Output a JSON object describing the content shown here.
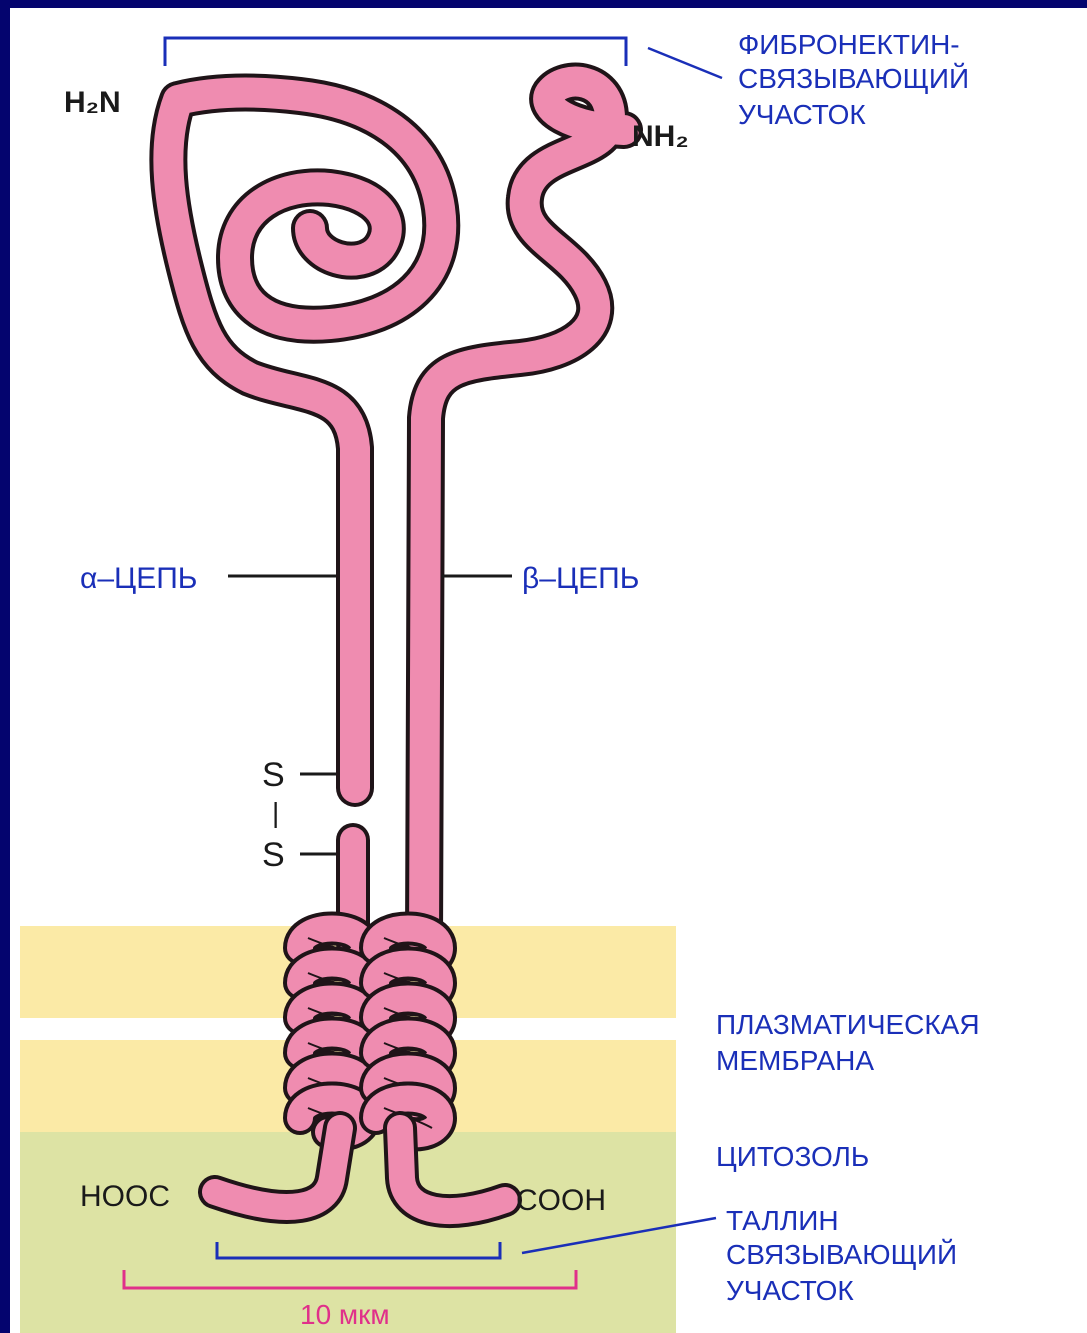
{
  "labels": {
    "h2n_left": "H₂N",
    "nh2_right": "NH₂",
    "fibronectin_line1": "ФИБРОНЕКТИН-",
    "fibronectin_line2": "СВЯЗЫВАЮЩИЙ",
    "fibronectin_line3": "УЧАСТОК",
    "alpha_chain": "α–ЦЕПЬ",
    "beta_chain": "β–ЦЕПЬ",
    "s_upper": "S",
    "s_dash": "|",
    "s_lower": "S",
    "membrane_line1": "ПЛАЗМАТИЧЕСКАЯ",
    "membrane_line2": "МЕМБРАНА",
    "cytosol": "ЦИТОЗОЛЬ",
    "hooc_left": "HOOC",
    "cooh_right": "COOH",
    "talin_line1": "ТАЛЛИН",
    "talin_line2": "СВЯЗЫВАЮЩИЙ",
    "talin_line3": "УЧАСТОК",
    "scale": "10 мкм"
  },
  "colors": {
    "background": "#04046e",
    "chain_fill": "#ef8cb0",
    "chain_outline": "#1f1418",
    "membrane": "#fbeaa6",
    "cytosol": "#dde3a4",
    "label_blue": "#1a2fb8",
    "scale_pink": "#e0308a"
  }
}
